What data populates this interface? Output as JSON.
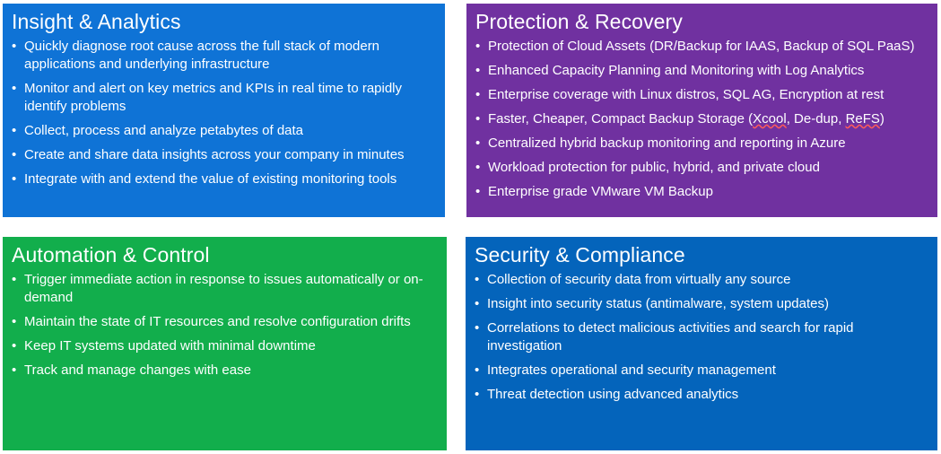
{
  "colors": {
    "blue": "#0f73d6",
    "purple": "#7031a0",
    "green": "#12ae4c",
    "dark_blue": "#0464bb",
    "text": "#ffffff",
    "spellcheck": "#ff5a5a"
  },
  "panels": [
    {
      "id": "insight",
      "title": "Insight & Analytics",
      "bullet_icon": "bullet-dot-icon",
      "items": [
        "Quickly diagnose root cause across the full stack of modern applications and underlying infrastructure",
        "Monitor and alert on key metrics and KPIs in real time to rapidly identify problems",
        "Collect, process and analyze petabytes of data",
        "Create and share data insights across your company in minutes",
        "Integrate with and extend the value of existing monitoring tools"
      ]
    },
    {
      "id": "protection",
      "title": "Protection & Recovery",
      "bullet_icon": "bullet-dot-icon",
      "items": [
        "Protection of Cloud Assets (DR/Backup for IAAS, Backup of SQL PaaS)",
        "Enhanced Capacity Planning and Monitoring with Log Analytics",
        "Enterprise coverage with Linux distros, SQL AG, Encryption at rest",
        "Faster, Cheaper, Compact Backup Storage (Xcool, De-dup, ReFS)",
        "Centralized hybrid backup monitoring and reporting in Azure",
        "Workload protection for public, hybrid, and private cloud",
        "Enterprise grade VMware VM Backup"
      ]
    },
    {
      "id": "automation",
      "title": "Automation & Control",
      "bullet_icon": "bullet-dot-icon",
      "items": [
        "Trigger immediate action in response to issues automatically or on-demand",
        "Maintain the state of IT resources and resolve configuration drifts",
        "Keep IT systems updated with minimal downtime",
        "Track and manage changes with ease"
      ]
    },
    {
      "id": "security",
      "title": "Security & Compliance",
      "bullet_icon": "bullet-dot-icon",
      "items": [
        "Collection of security data from virtually any source",
        "Insight into security status (antimalware, system updates)",
        "Correlations to detect malicious activities and search for rapid investigation",
        "Integrates operational and security management",
        "Threat detection using advanced analytics"
      ]
    }
  ]
}
